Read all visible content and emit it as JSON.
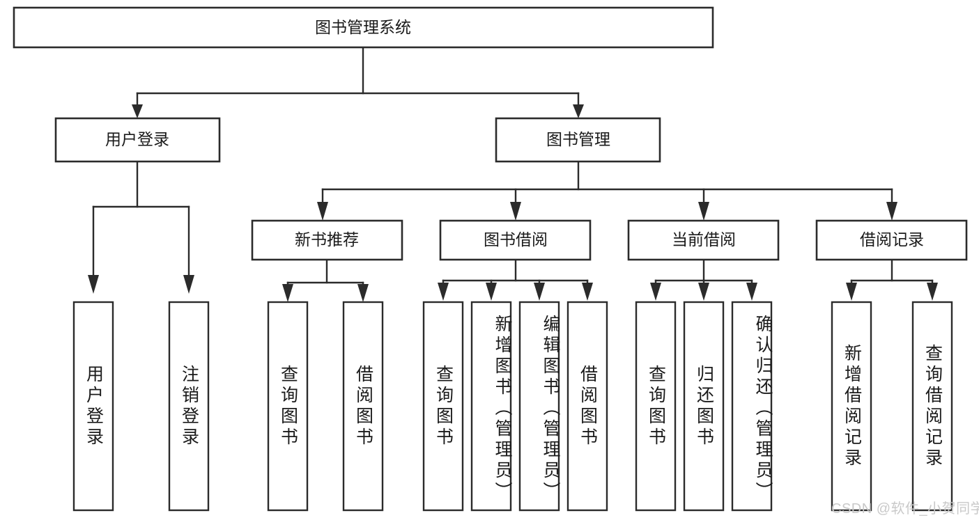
{
  "diagram": {
    "type": "tree-hierarchy",
    "title": "图书管理系统",
    "watermark": "CSDN @软件_小贺同学",
    "colors": {
      "stroke": "#2b2b2b",
      "fill": "#ffffff",
      "text": "#1a1a1a",
      "watermark": "#c9c9c9",
      "background": "#ffffff"
    },
    "levels": {
      "root": {
        "label": "图书管理系统"
      },
      "level2": [
        {
          "label": "用户登录"
        },
        {
          "label": "图书管理"
        }
      ],
      "level3": [
        {
          "label": "新书推荐"
        },
        {
          "label": "图书借阅"
        },
        {
          "label": "当前借阅"
        },
        {
          "label": "借阅记录"
        }
      ],
      "leaves": {
        "user_login": [
          {
            "label": "用户登录"
          },
          {
            "label": "注销登录"
          }
        ],
        "new_book_recommend": [
          {
            "label": "查询图书"
          },
          {
            "label": "借阅图书"
          }
        ],
        "book_borrow": [
          {
            "label": "查询图书"
          },
          {
            "label": "新增图书（管理员）"
          },
          {
            "label": "编辑图书（管理员）"
          },
          {
            "label": "借阅图书"
          }
        ],
        "current_borrow": [
          {
            "label": "查询图书"
          },
          {
            "label": "归还图书"
          },
          {
            "label": "确认归还（管理员）"
          }
        ],
        "borrow_record": [
          {
            "label": "新增借阅记录"
          },
          {
            "label": "查询借阅记录"
          }
        ]
      }
    },
    "edges": [
      {
        "from": "图书管理系统",
        "to": "用户登录"
      },
      {
        "from": "图书管理系统",
        "to": "图书管理"
      },
      {
        "from": "用户登录",
        "to": "用户登录"
      },
      {
        "from": "用户登录",
        "to": "注销登录"
      },
      {
        "from": "图书管理",
        "to": "新书推荐"
      },
      {
        "from": "图书管理",
        "to": "图书借阅"
      },
      {
        "from": "图书管理",
        "to": "当前借阅"
      },
      {
        "from": "图书管理",
        "to": "借阅记录"
      },
      {
        "from": "新书推荐",
        "to": "查询图书"
      },
      {
        "from": "新书推荐",
        "to": "借阅图书"
      },
      {
        "from": "图书借阅",
        "to": "查询图书"
      },
      {
        "from": "图书借阅",
        "to": "新增图书（管理员）"
      },
      {
        "from": "图书借阅",
        "to": "编辑图书（管理员）"
      },
      {
        "from": "图书借阅",
        "to": "借阅图书"
      },
      {
        "from": "当前借阅",
        "to": "查询图书"
      },
      {
        "from": "当前借阅",
        "to": "归还图书"
      },
      {
        "from": "当前借阅",
        "to": "确认归还（管理员）"
      },
      {
        "from": "借阅记录",
        "to": "新增借阅记录"
      },
      {
        "from": "借阅记录",
        "to": "查询借阅记录"
      }
    ]
  }
}
